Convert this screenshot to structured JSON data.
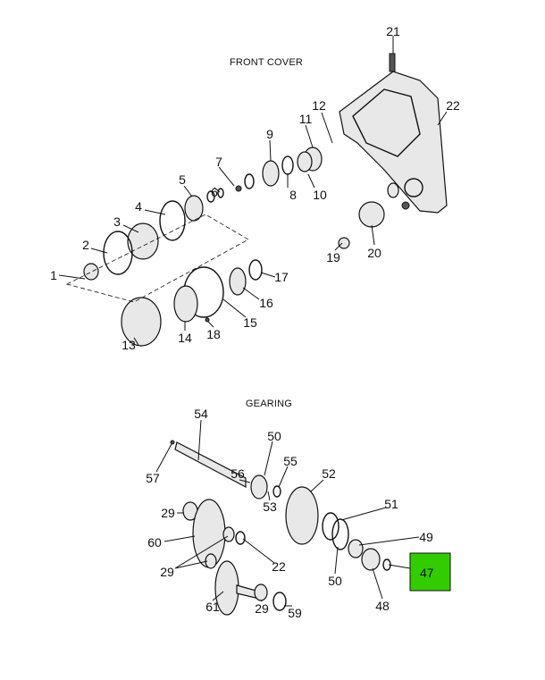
{
  "sections": {
    "front_cover": "FRONT COVER",
    "gearing": "GEARING"
  },
  "front_cover_callouts": [
    "21",
    "12",
    "22",
    "11",
    "9",
    "7",
    "5",
    "6",
    "8",
    "10",
    "4",
    "3",
    "2",
    "1",
    "17",
    "19",
    "20",
    "16",
    "15",
    "18",
    "14",
    "13"
  ],
  "gearing_callouts": [
    "54",
    "56",
    "50",
    "55",
    "52",
    "57",
    "29",
    "51",
    "53",
    "49",
    "60",
    "22",
    "29",
    "50",
    "48",
    "61",
    "29",
    "59"
  ],
  "highlighted_callout": {
    "label": "47",
    "color": "#33cc00"
  }
}
